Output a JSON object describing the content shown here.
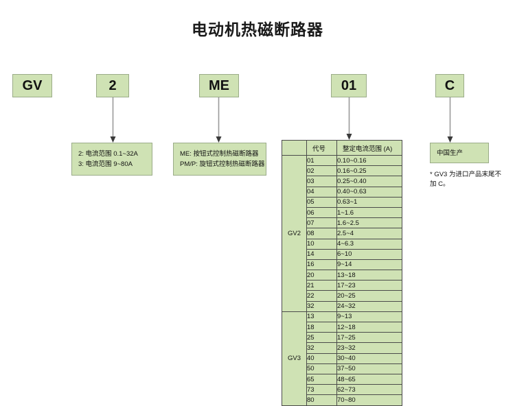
{
  "title": "电动机热磁断路器",
  "code_boxes": [
    {
      "name": "series",
      "label": "GV"
    },
    {
      "name": "frame",
      "label": "2"
    },
    {
      "name": "control-type",
      "label": "ME"
    },
    {
      "name": "current-code",
      "label": "01"
    },
    {
      "name": "origin",
      "label": "C"
    }
  ],
  "notes": {
    "frame": {
      "lines": [
        "2: 电流范围 0.1~32A",
        "3: 电流范围 9~80A"
      ]
    },
    "control_type": {
      "lines": [
        "ME: 按钮式控制热磁断路器",
        "PM/P: 旋钮式控制热磁断路器"
      ]
    },
    "origin": {
      "lines": [
        "中国生产"
      ],
      "footnote": "* GV3 为进口产品末尾不加 C。"
    }
  },
  "table": {
    "headers": {
      "group": "",
      "code": "代号",
      "range": "整定电流范围 (A)"
    },
    "groups": [
      {
        "name": "GV2",
        "rows": [
          {
            "code": "01",
            "range": "0.10~0.16"
          },
          {
            "code": "02",
            "range": "0.16~0.25"
          },
          {
            "code": "03",
            "range": "0.25~0.40"
          },
          {
            "code": "04",
            "range": "0.40~0.63"
          },
          {
            "code": "05",
            "range": "0.63~1"
          },
          {
            "code": "06",
            "range": "1~1.6"
          },
          {
            "code": "07",
            "range": "1.6~2.5"
          },
          {
            "code": "08",
            "range": "2.5~4"
          },
          {
            "code": "10",
            "range": "4~6.3"
          },
          {
            "code": "14",
            "range": "6~10"
          },
          {
            "code": "16",
            "range": "9~14"
          },
          {
            "code": "20",
            "range": "13~18"
          },
          {
            "code": "21",
            "range": "17~23"
          },
          {
            "code": "22",
            "range": "20~25"
          },
          {
            "code": "32",
            "range": "24~32"
          }
        ]
      },
      {
        "name": "GV3",
        "rows": [
          {
            "code": "13",
            "range": "9~13"
          },
          {
            "code": "18",
            "range": "12~18"
          },
          {
            "code": "25",
            "range": "17~25"
          },
          {
            "code": "32",
            "range": "23~32"
          },
          {
            "code": "40",
            "range": "30~40"
          },
          {
            "code": "50",
            "range": "37~50"
          },
          {
            "code": "65",
            "range": "48~65"
          },
          {
            "code": "73",
            "range": "62~73"
          },
          {
            "code": "80",
            "range": "70~80"
          }
        ]
      }
    ]
  },
  "colors": {
    "box_fill": "#cfe2b4",
    "box_border": "#9aab88",
    "table_border": "#4a4a4a",
    "connector": "#9a9a9a",
    "text": "#111111"
  }
}
